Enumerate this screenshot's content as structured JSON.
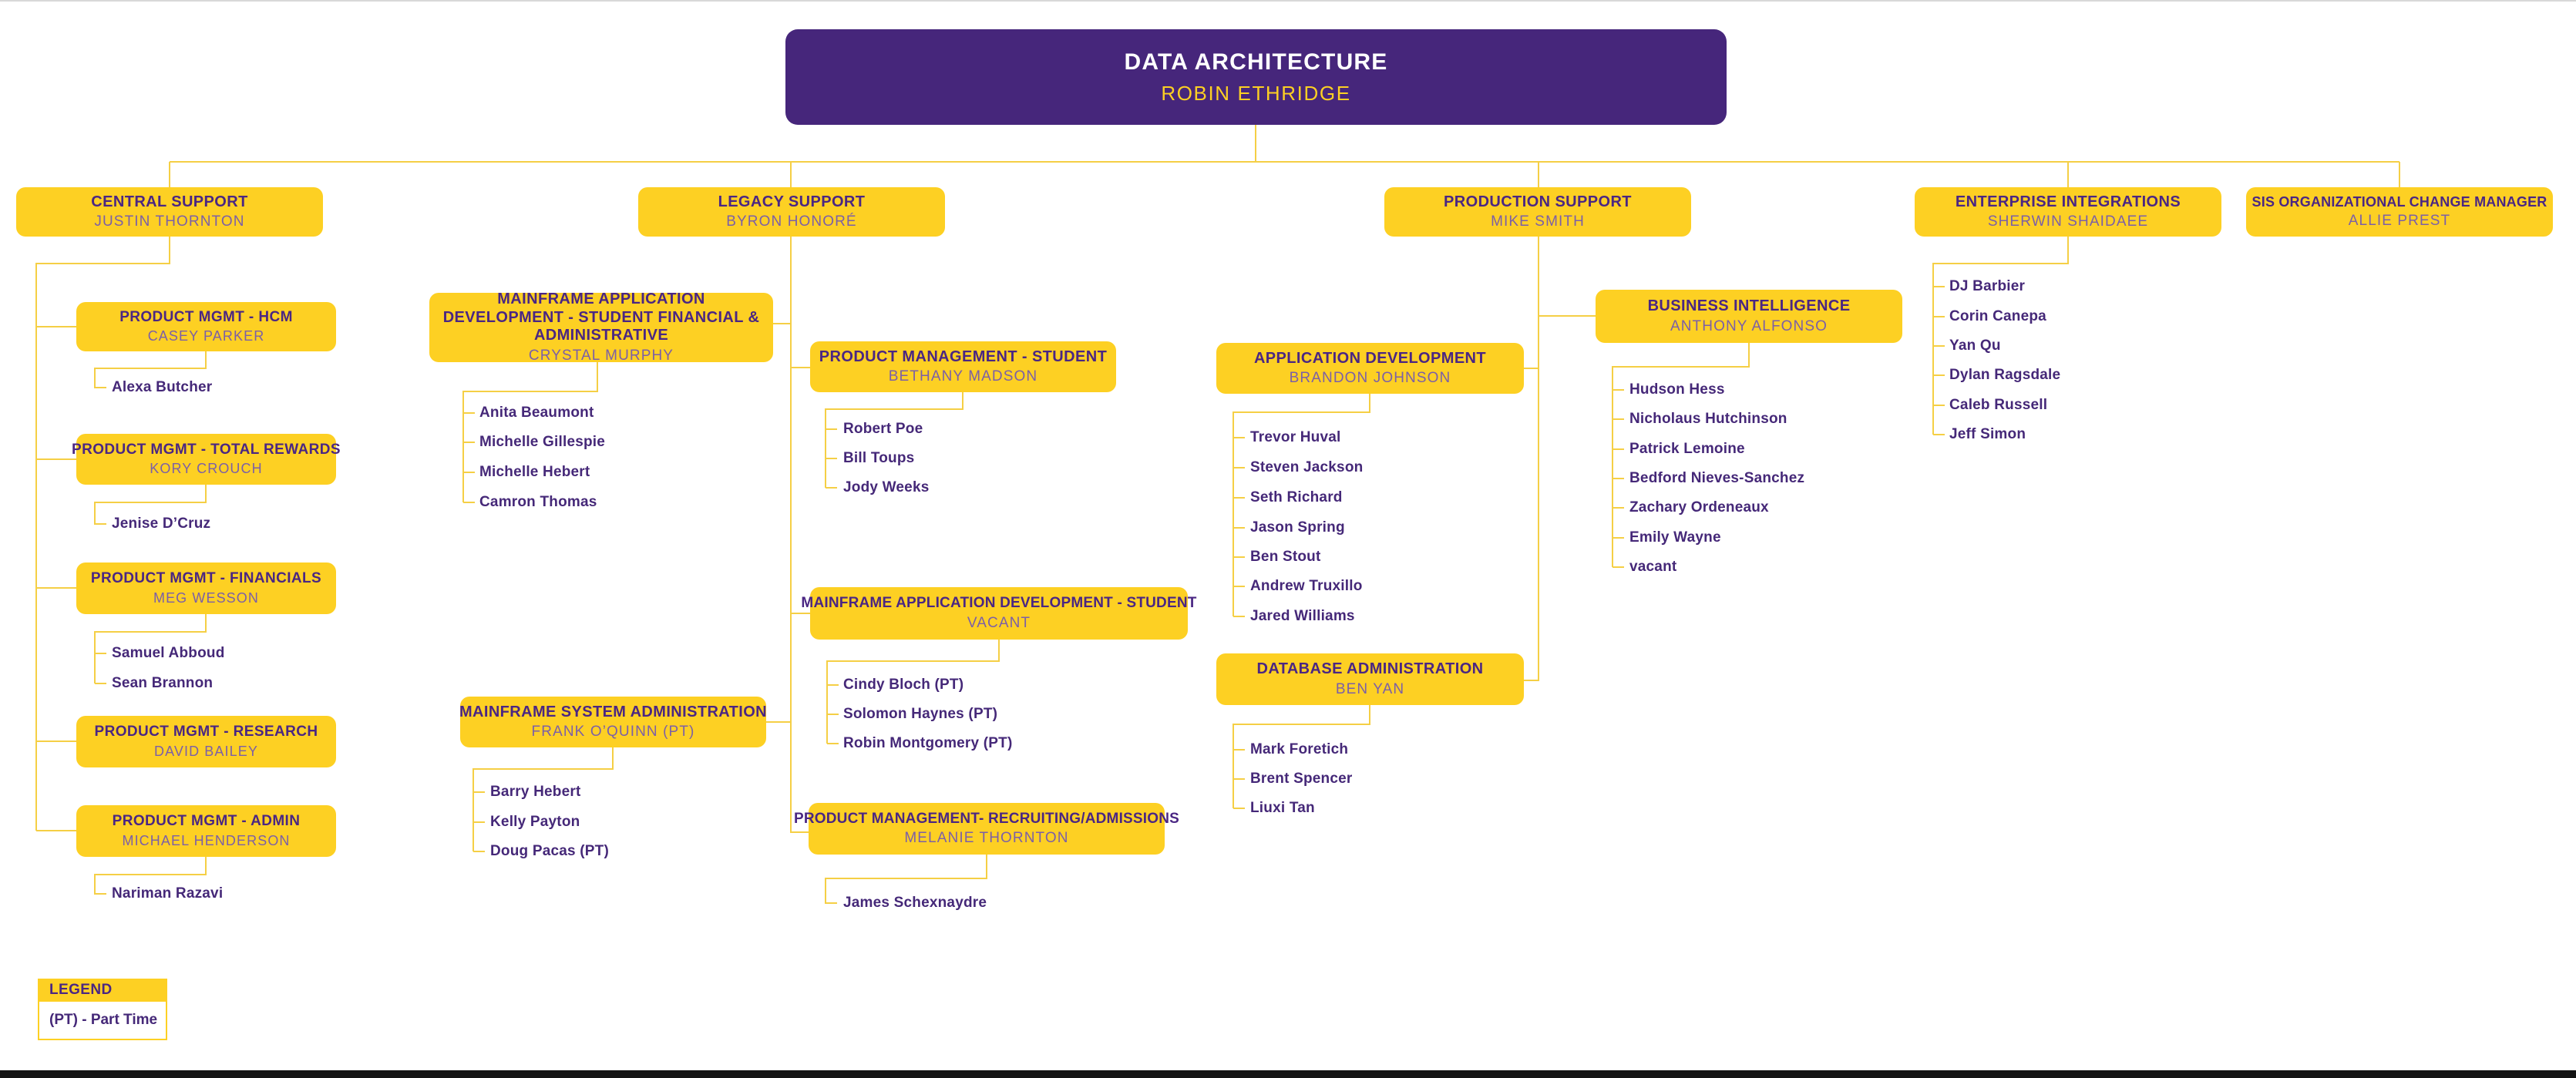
{
  "palette": {
    "gold": "#FDD023",
    "purple": "#46267B",
    "title_text": "#4A2683",
    "manager_text": "#7B5FA8",
    "member_text": "#452878",
    "line": "#F5CF45",
    "root_title_text": "#FFFFFF",
    "bottom_bar": "#141414"
  },
  "root": {
    "title": "DATA ARCHITECTURE",
    "name": "ROBIN ETHRIDGE"
  },
  "divisions": {
    "central": {
      "title": "CENTRAL SUPPORT",
      "name": "JUSTIN THORNTON"
    },
    "legacy": {
      "title": "LEGACY SUPPORT",
      "name": "BYRON HONORÉ"
    },
    "production": {
      "title": "PRODUCTION SUPPORT",
      "name": "MIKE SMITH"
    },
    "enterprise": {
      "title": "ENTERPRISE INTEGRATIONS",
      "name": "SHERWIN SHAIDAEE",
      "members": [
        "DJ Barbier",
        "Corin Canepa",
        "Yan Qu",
        "Dylan Ragsdale",
        "Caleb Russell",
        "Jeff Simon"
      ]
    },
    "sis": {
      "title": "SIS ORGANIZATIONAL CHANGE MANAGER",
      "name": "ALLIE PREST"
    }
  },
  "teams": {
    "hcm": {
      "title": "PRODUCT MGMT - HCM",
      "name": "CASEY PARKER",
      "members": [
        "Alexa Butcher"
      ]
    },
    "total_rewards": {
      "title": "PRODUCT MGMT - TOTAL REWARDS",
      "name": "KORY CROUCH",
      "members": [
        "Jenise D’Cruz"
      ]
    },
    "financials": {
      "title": "PRODUCT MGMT - FINANCIALS",
      "name": "MEG WESSON",
      "members": [
        "Samuel Abboud",
        "Sean Brannon"
      ]
    },
    "research": {
      "title": "PRODUCT MGMT - RESEARCH",
      "name": "DAVID BAILEY",
      "members": []
    },
    "admin": {
      "title": "PRODUCT MGMT - ADMIN",
      "name": "MICHAEL HENDERSON",
      "members": [
        "Nariman Razavi"
      ]
    },
    "mad_sfa": {
      "title": "MAINFRAME APPLICATION DEVELOPMENT - STUDENT FINANCIAL & ADMINISTRATIVE",
      "name": "CRYSTAL MURPHY",
      "members": [
        "Anita Beaumont",
        "Michelle Gillespie",
        "Michelle Hebert",
        "Camron Thomas"
      ]
    },
    "pm_student": {
      "title": "PRODUCT MANAGEMENT - STUDENT",
      "name": "BETHANY MADSON",
      "members": [
        "Robert Poe",
        "Bill Toups",
        "Jody Weeks"
      ]
    },
    "mad_student": {
      "title": "MAINFRAME APPLICATION DEVELOPMENT - STUDENT",
      "name": "VACANT",
      "members": [
        "Cindy Bloch (PT)",
        "Solomon Haynes (PT)",
        "Robin Montgomery (PT)"
      ]
    },
    "msa": {
      "title": "MAINFRAME SYSTEM ADMINISTRATION",
      "name": "FRANK O’QUINN (PT)",
      "members": [
        "Barry Hebert",
        "Kelly Payton",
        "Doug Pacas (PT)"
      ]
    },
    "recruiting": {
      "title": "PRODUCT MANAGEMENT- RECRUITING/ADMISSIONS",
      "name": "MELANIE THORNTON",
      "members": [
        "James Schexnaydre"
      ]
    },
    "app_dev": {
      "title": "APPLICATION DEVELOPMENT",
      "name": "BRANDON JOHNSON",
      "members": [
        "Trevor Huval",
        "Steven Jackson",
        "Seth Richard",
        "Jason Spring",
        "Ben Stout",
        "Andrew Truxillo",
        "Jared Williams"
      ]
    },
    "bi": {
      "title": "BUSINESS INTELLIGENCE",
      "name": "ANTHONY ALFONSO",
      "members": [
        "Hudson Hess",
        "Nicholaus Hutchinson",
        "Patrick Lemoine",
        "Bedford Nieves-Sanchez",
        "Zachary Ordeneaux",
        "Emily Wayne",
        "vacant"
      ]
    },
    "db": {
      "title": "DATABASE ADMINISTRATION",
      "name": "BEN YAN",
      "members": [
        "Mark Foretich",
        "Brent Spencer",
        "Liuxi Tan"
      ]
    }
  },
  "legend": {
    "title": "LEGEND",
    "entry": "(PT) - Part Time"
  }
}
